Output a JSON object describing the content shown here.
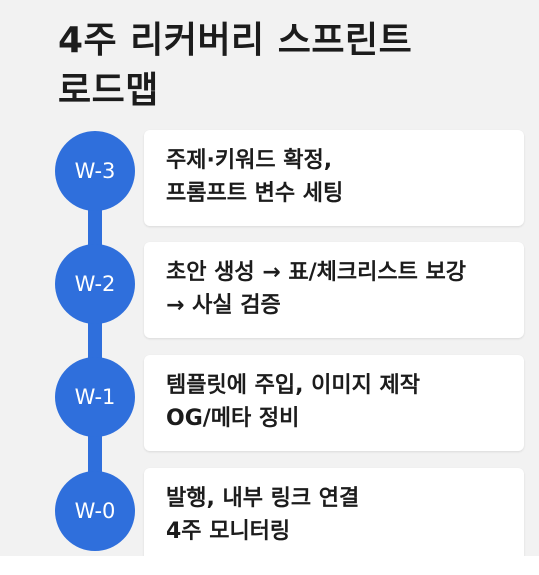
{
  "title": {
    "line1": "4주 리커버리 스프린트",
    "line2": "로드맵"
  },
  "colors": {
    "accent": "#2f6fdc",
    "panel_bg": "#f2f2f2",
    "card_bg": "#ffffff",
    "text": "#1c1c1c"
  },
  "steps": [
    {
      "label": "W-3",
      "line1": "주제·키워드 확정,",
      "line2": "프롬프트 변수 세팅"
    },
    {
      "label": "W-2",
      "line1": "초안 생성 → 표/체크리스트 보강",
      "line2": "→ 사실 검증"
    },
    {
      "label": "W-1",
      "line1": "템플릿에 주입, 이미지 제작",
      "line2": "OG/메타 정비"
    },
    {
      "label": "W-0",
      "line1": "발행, 내부 링크 연결",
      "line2": "4주 모니터링"
    }
  ]
}
